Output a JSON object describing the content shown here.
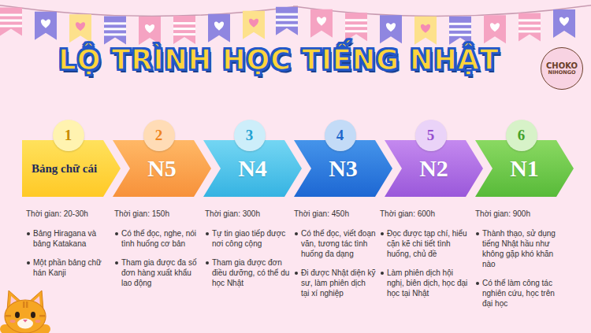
{
  "diagram": {
    "title": "LỘ TRÌNH HỌC TIẾNG NHẬT",
    "nodes": [
      {
        "text": [
          "CHOKO",
          "NIHONGO"
        ]
      },
      {
        "text": [
          "1"
        ]
      },
      {
        "text": [
          "Bảng chữ cái"
        ]
      },
      {
        "text": [
          "2"
        ]
      },
      {
        "text": [
          "N5"
        ]
      },
      {
        "text": [
          "3"
        ]
      },
      {
        "text": [
          "N4"
        ]
      },
      {
        "text": [
          "4"
        ]
      },
      {
        "text": [
          "N3"
        ]
      },
      {
        "text": [
          "5"
        ]
      },
      {
        "text": [
          "N2"
        ]
      },
      {
        "text": [
          "6"
        ]
      },
      {
        "text": [
          "N1"
        ]
      }
    ],
    "labels": [
      "Thời gian: 20-30h",
      "Bảng Hiragana và bảng Katakana",
      "Một phần bảng chữ hán Kanji",
      "Thời gian: 150h",
      "Có thể đọc, nghe, nói tình huống cơ bản",
      "Tham gia được đa số đơn hàng xuất khẩu lao động",
      "Thời gian: 300h",
      "Tự tin giao tiếp được nơi công cộng",
      "Tham gia được đơn điều dưỡng, có thể du học Nhật",
      "Thời gian: 450h",
      "Có thể đọc, viết đoạn văn, tương tác tình huống đa dạng",
      "Đi được Nhật diện kỹ sư, làm phiên dịch tại xí nghiệp",
      "Thời gian: 600h",
      "Đọc được tạp chí, hiểu cặn kẽ chi tiết tình huống, chủ đề",
      "Làm phiên dịch hội nghị, biên dịch, học đại học tại Nhật",
      "Thời gian: 900h",
      "Thành thạo, sử dụng tiếng Nhật hầu như không gặp khó khăn nào",
      "Có thể làm công tác nghiên cứu, học trên đại học"
    ]
  }
}
